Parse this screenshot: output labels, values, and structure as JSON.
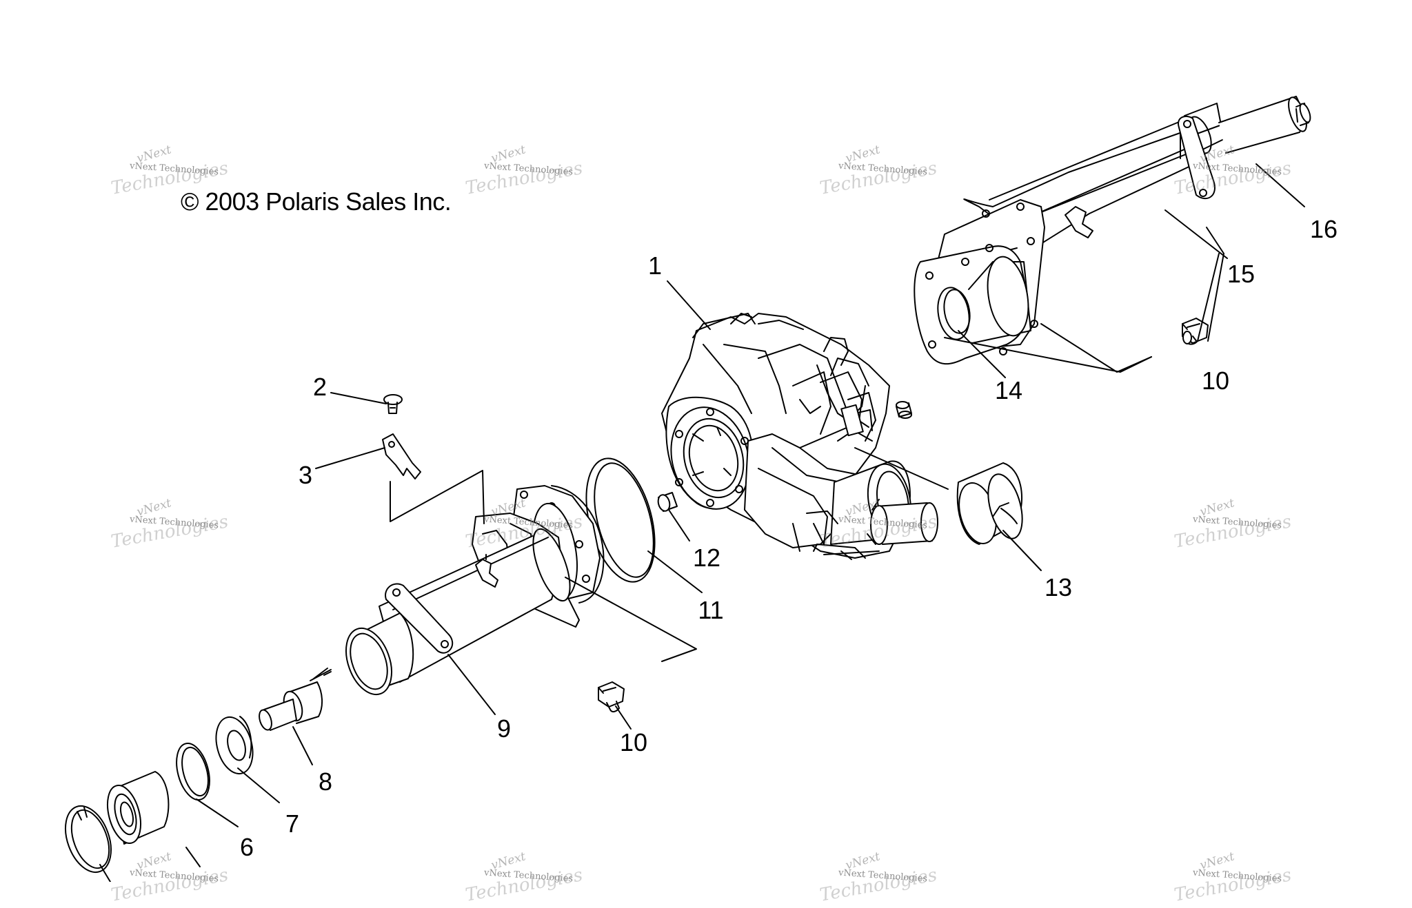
{
  "diagram": {
    "copyright": "© 2003 Polaris Sales Inc.",
    "callouts": [
      {
        "id": "c1",
        "label": "1"
      },
      {
        "id": "c2",
        "label": "2"
      },
      {
        "id": "c3",
        "label": "3"
      },
      {
        "id": "c6",
        "label": "6"
      },
      {
        "id": "c7",
        "label": "7"
      },
      {
        "id": "c8",
        "label": "8"
      },
      {
        "id": "c9",
        "label": "9"
      },
      {
        "id": "c10a",
        "label": "10"
      },
      {
        "id": "c10b",
        "label": "10"
      },
      {
        "id": "c11",
        "label": "11"
      },
      {
        "id": "c12",
        "label": "12"
      },
      {
        "id": "c13",
        "label": "13"
      },
      {
        "id": "c14",
        "label": "14"
      },
      {
        "id": "c15",
        "label": "15"
      },
      {
        "id": "c16",
        "label": "16"
      }
    ],
    "watermark": {
      "line1": "vNext",
      "line2": "vNext Technologies",
      "line3": "Technologies"
    }
  }
}
